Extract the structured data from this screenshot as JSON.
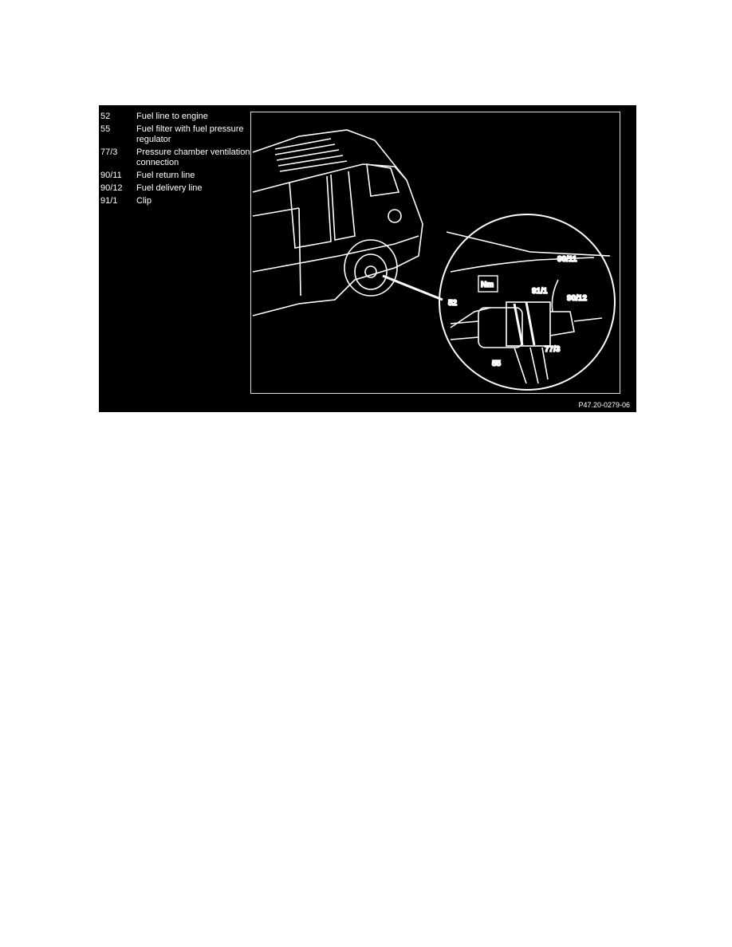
{
  "legend": [
    {
      "code": "52",
      "desc": "Fuel line to engine"
    },
    {
      "code": "55",
      "desc": "Fuel filter with fuel pressure regulator"
    },
    {
      "code": "77/3",
      "desc": "Pressure chamber ventilation connection"
    },
    {
      "code": "90/11",
      "desc": "Fuel return line"
    },
    {
      "code": "90/12",
      "desc": "Fuel delivery line"
    },
    {
      "code": "91/1",
      "desc": "Clip"
    }
  ],
  "callouts": {
    "c52": "52",
    "c55": "55",
    "c773": "77/3",
    "c9011": "90/11",
    "c9012": "90/12",
    "c911": "91/1",
    "nm": "Nm"
  },
  "figure_code": "P47.20-0279-06"
}
